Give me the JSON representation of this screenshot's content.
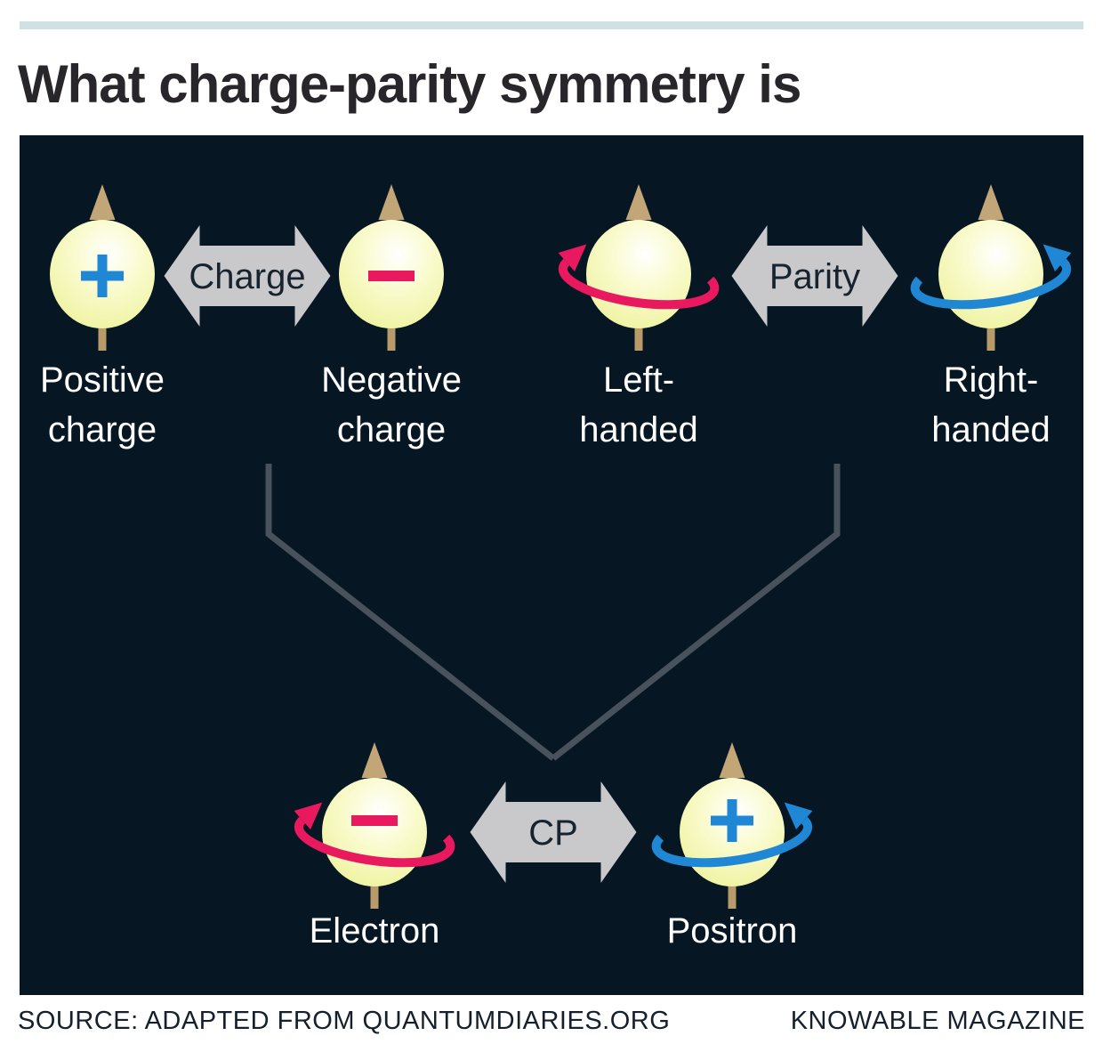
{
  "header": {
    "title": "What charge-parity symmetry is"
  },
  "diagram": {
    "arrow_labels": {
      "charge": "Charge",
      "parity": "Parity",
      "cp": "CP"
    },
    "particles": {
      "positive": {
        "line1": "Positive",
        "line2": "charge",
        "symbol": "+"
      },
      "negative": {
        "line1": "Negative",
        "line2": "charge",
        "symbol": "−"
      },
      "left_handed": {
        "line1": "Left-",
        "line2": "handed"
      },
      "right_handed": {
        "line1": "Right-",
        "line2": "handed"
      },
      "electron": {
        "label": "Electron",
        "symbol": "−"
      },
      "positron": {
        "label": "Positron",
        "symbol": "+"
      }
    },
    "colors": {
      "panel_background": "#061623",
      "sphere": "#edf29a",
      "positive_blue": "#1f87d3",
      "negative_pink": "#e8195e",
      "spin_axis_tan": "#b89b68",
      "transform_arrow_gray": "#c9c9cb",
      "connector_line": "#47525c",
      "accent_bar_teal": "#cfe1e4"
    }
  },
  "footer": {
    "source": "SOURCE: ADAPTED FROM QUANTUMDIARIES.ORG",
    "credit": "KNOWABLE MAGAZINE"
  }
}
